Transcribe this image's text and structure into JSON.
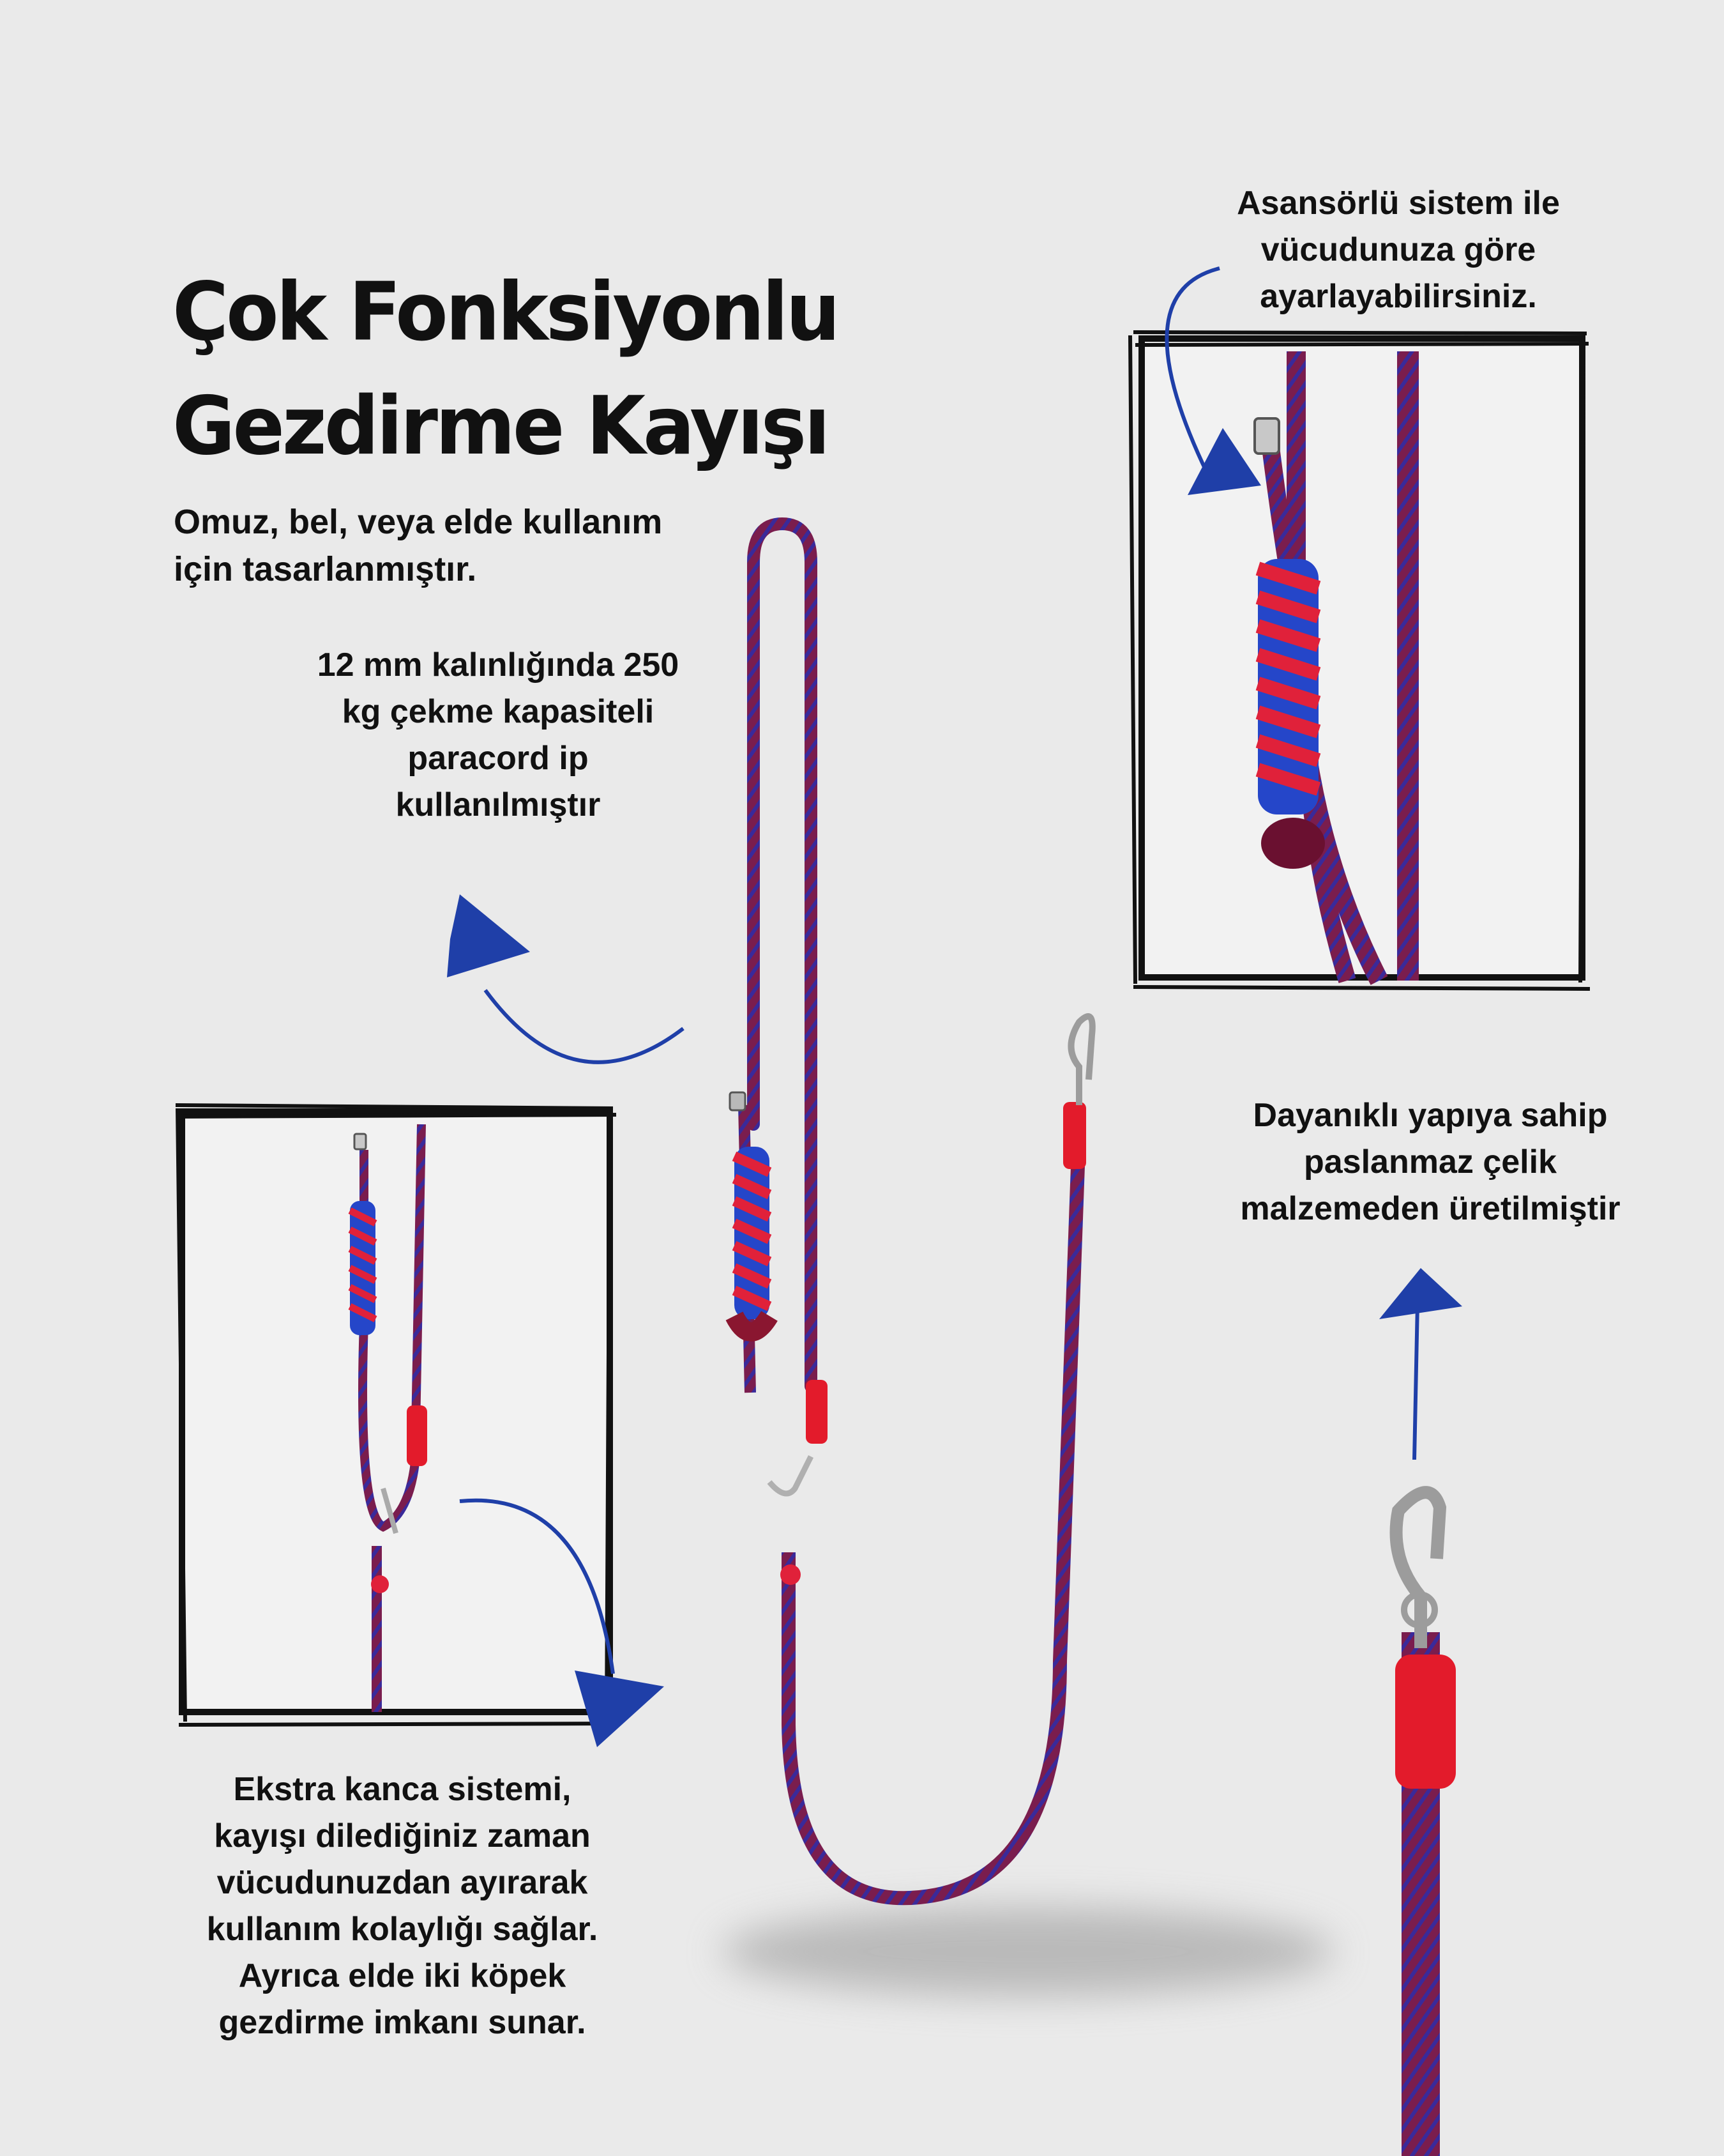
{
  "title": {
    "line1": "Çok Fonksiyonlu",
    "line2": "Gezdirme Kayışı"
  },
  "subtitle": {
    "line1": "Omuz, bel, veya elde kullanım",
    "line2": "için tasarlanmıştır."
  },
  "features": {
    "cord": [
      "12 mm kalınlığında 250",
      "kg çekme kapasiteli",
      "paracord ip",
      "kullanılmıştır"
    ],
    "elevator": [
      "Asansörlü sistem ile",
      "vücudunuza göre",
      "ayarlayabilirsiniz."
    ],
    "steel": [
      "Dayanıklı yapıya sahip",
      "paslanmaz çelik",
      "malzemeden üretilmiştir"
    ],
    "hook": [
      "Ekstra kanca sistemi,",
      "kayışı dilediğiniz zaman",
      "vücudunuzdan ayırarak",
      "kullanım kolaylığı sağlar.",
      "Ayrıca elde iki köpek",
      "gezdirme imkanı sunar."
    ]
  },
  "colors": {
    "background": "#eaeaea",
    "rope": "#7a1d4e",
    "rope_blue": "#2a3fb8",
    "knot_red": "#e0213a",
    "knot_blue": "#2546c9",
    "clip_red": "#e31b2b",
    "arrow": "#1f3fa8",
    "frame": "#111111"
  }
}
